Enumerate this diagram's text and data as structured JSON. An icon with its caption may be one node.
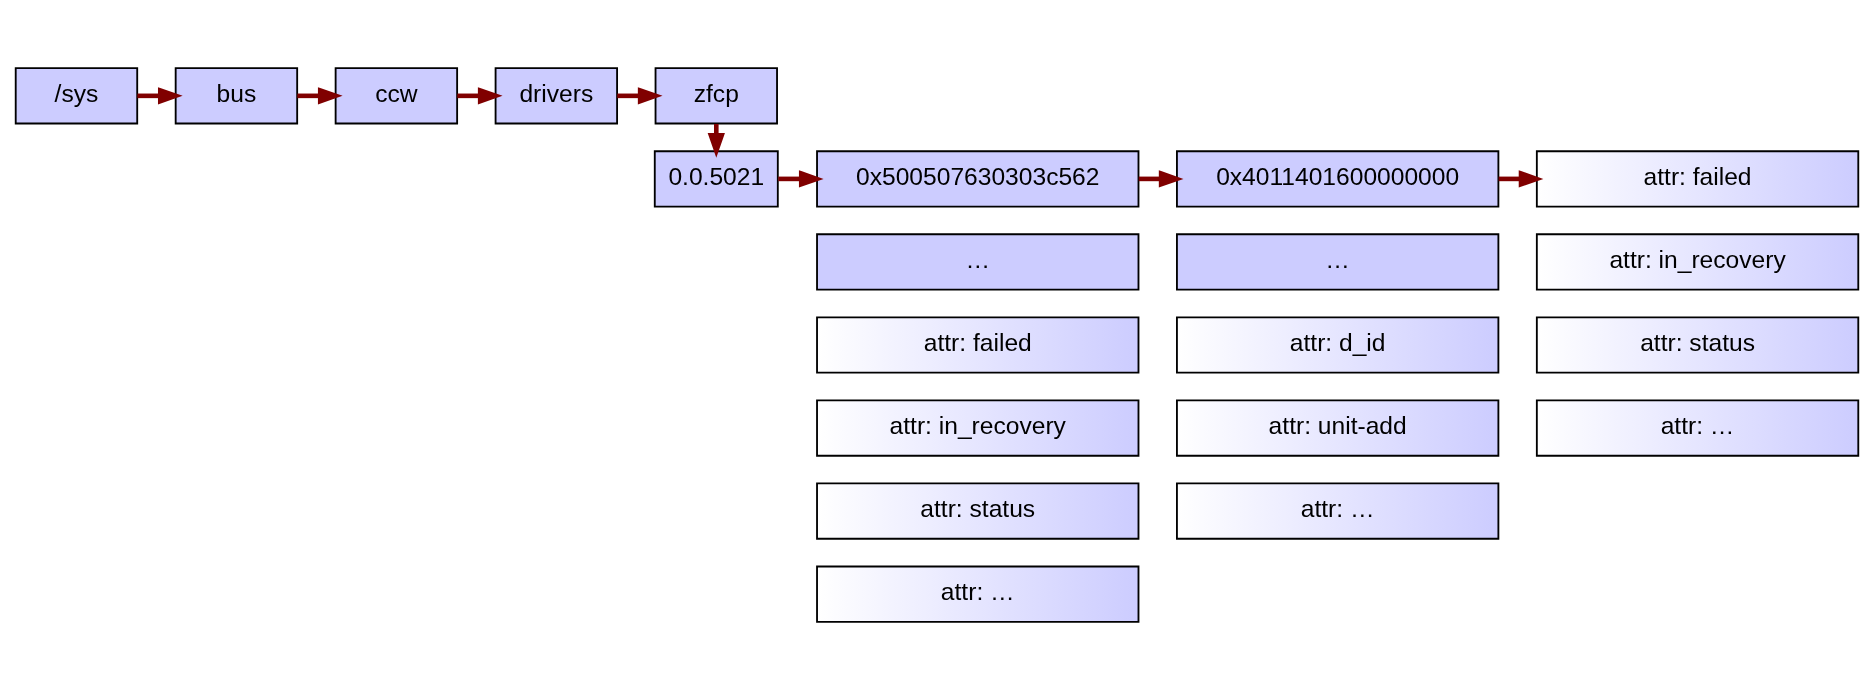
{
  "diagram": {
    "nodes": [
      {
        "text": [
          "/sys"
        ]
      },
      {
        "text": [
          "bus"
        ]
      },
      {
        "text": [
          "ccw"
        ]
      },
      {
        "text": [
          "drivers"
        ]
      },
      {
        "text": [
          "zfcp"
        ]
      },
      {
        "text": [
          "0.0.5021"
        ]
      },
      {
        "text": [
          "0x500507630303c562"
        ]
      },
      {
        "text": [
          "…"
        ]
      },
      {
        "text": [
          "attr: failed"
        ]
      },
      {
        "text": [
          "attr: in_recovery"
        ]
      },
      {
        "text": [
          "attr: status"
        ]
      },
      {
        "text": [
          "attr: …"
        ]
      },
      {
        "text": [
          "0x4011401600000000"
        ]
      },
      {
        "text": [
          "…"
        ]
      },
      {
        "text": [
          "attr: d_id"
        ]
      },
      {
        "text": [
          "attr: unit-add"
        ]
      },
      {
        "text": [
          "attr: …"
        ]
      },
      {
        "text": [
          "attr: failed"
        ]
      },
      {
        "text": [
          "attr: in_recovery"
        ]
      },
      {
        "text": [
          "attr: status"
        ]
      },
      {
        "text": [
          "attr: …"
        ]
      }
    ],
    "edges": [
      {
        "from": 0,
        "to": 1,
        "arrow": "to"
      },
      {
        "from": 1,
        "to": 2,
        "arrow": "to"
      },
      {
        "from": 2,
        "to": 3,
        "arrow": "to"
      },
      {
        "from": 3,
        "to": 4,
        "arrow": "to"
      },
      {
        "from": 4,
        "to": 5,
        "arrow": "to"
      },
      {
        "from": 5,
        "to": 6,
        "arrow": "to"
      },
      {
        "from": 6,
        "to": 12,
        "arrow": "to"
      },
      {
        "from": 12,
        "to": 17,
        "arrow": "to"
      }
    ]
  }
}
